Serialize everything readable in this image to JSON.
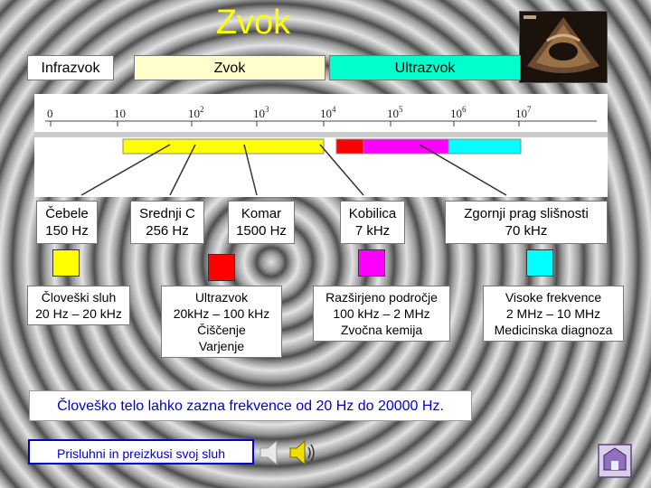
{
  "title": "Zvok",
  "bands": {
    "infrazvok": "Infrazvok",
    "zvok": "Zvok",
    "ultrazvok": "Ultrazvok"
  },
  "scale": {
    "ticks": [
      {
        "base": "0",
        "exp": ""
      },
      {
        "base": "10",
        "exp": ""
      },
      {
        "base": "10",
        "exp": "2"
      },
      {
        "base": "10",
        "exp": "3"
      },
      {
        "base": "10",
        "exp": "4"
      },
      {
        "base": "10",
        "exp": "5"
      },
      {
        "base": "10",
        "exp": "6"
      },
      {
        "base": "10",
        "exp": "7"
      }
    ],
    "bar_colors": [
      "#ffff00",
      "#ff0000",
      "#ff00ff",
      "#00ffff"
    ]
  },
  "examples": [
    {
      "line1": "Čebele",
      "line2": "150 Hz"
    },
    {
      "line1": "Srednji C",
      "line2": "256 Hz"
    },
    {
      "line1": "Komar",
      "line2": "1500 Hz"
    },
    {
      "line1": "Kobilica",
      "line2": "7 kHz"
    },
    {
      "line1": "Zgornji prag slišnosti",
      "line2": "70 kHz"
    }
  ],
  "ranges": [
    {
      "color": "#ffff00",
      "lines": [
        "Človeški sluh",
        "20 Hz – 20 kHz"
      ]
    },
    {
      "color": "#ff0000",
      "lines": [
        "Ultrazvok",
        "20kHz – 100 kHz",
        "Čiščenje",
        "Varjenje"
      ]
    },
    {
      "color": "#ff00ff",
      "lines": [
        "Razširjeno področje",
        "100 kHz – 2 MHz",
        "Zvočna kemija"
      ]
    },
    {
      "color": "#00ffff",
      "lines": [
        "Visoke frekvence",
        "2 MHz – 10 MHz",
        "Medicinska diagnoza"
      ]
    }
  ],
  "summary": "Človeško telo lahko zazna frekvence od 20 Hz do 20000 Hz.",
  "listen_button": "Prisluhni in preizkusi svoj sluh",
  "colors": {
    "title": "#ffff00",
    "ultrazvok_band": "#00ffcc",
    "zvok_band": "#ffffcc",
    "link": "#0000cc"
  },
  "icons": {
    "speaker": "speaker-icon",
    "home": "home-icon",
    "ultrasound": "ultrasound-image"
  }
}
